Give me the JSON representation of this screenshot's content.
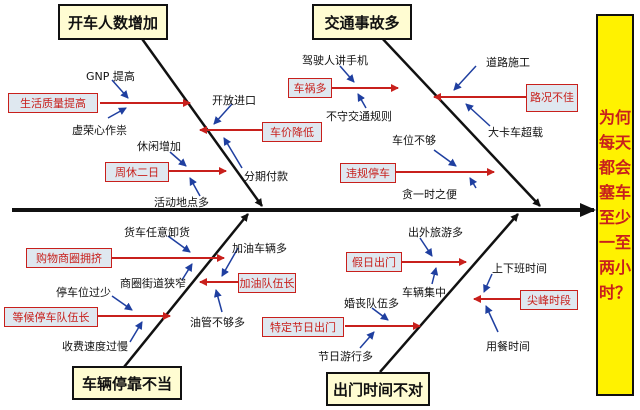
{
  "result": "为何每天都会塞车至少一至两小时？",
  "categories": {
    "top_left": "开车人数增加",
    "top_right": "交通事故多",
    "bottom_left": "车辆停靠不当",
    "bottom_right": "出门时间不对"
  },
  "causes": {
    "quality_of_life": "生活质量提高",
    "gnp": "GNP 提高",
    "vanity": "虚荣心作祟",
    "car_price": "车价降低",
    "opening_import": "开放进口",
    "installment": "分期付款",
    "two_day_weekend": "周休二日",
    "more_leisure": "休闲增加",
    "more_activity_places": "活动地点多",
    "phone_driver": "驾驶人讲手机",
    "accident": "车祸多",
    "disobey_rules": "不守交通规则",
    "road_works": "道路施工",
    "bad_road": "路况不佳",
    "truck_overload": "大卡车超载",
    "violation_parking": "违规停车",
    "no_parking_space": "车位不够",
    "convenience": "贪一时之便",
    "truck_unloading": "货车任意卸货",
    "shopping_congestion": "购物商圈拥挤",
    "narrow_street": "商圈街道狭窄",
    "parking_too_small": "停车位过少",
    "waiting_queue": "等候停车队伍长",
    "slow_toll": "收费速度过慢",
    "more_cars": "加油车辆多",
    "gas_queue": "加油队伍长",
    "few_pumps": "油管不够多",
    "holiday_outing": "假日出门",
    "trips_out": "出外旅游多",
    "cars_gather": "车辆集中",
    "special_holiday": "特定节日出门",
    "wedding_funeral": "婚丧队伍多",
    "festival_trips": "节日游行多",
    "commute": "上下班时间",
    "rush_hour": "尖峰时段",
    "meal_time": "用餐时间"
  },
  "colors": {
    "spine": "#111111",
    "arrow_red": "#c8201c",
    "arrow_blue": "#1f3fa0",
    "category_fill": "#fffcd2",
    "box_fill": "#dfe8f0",
    "result_fill": "#fff200"
  }
}
